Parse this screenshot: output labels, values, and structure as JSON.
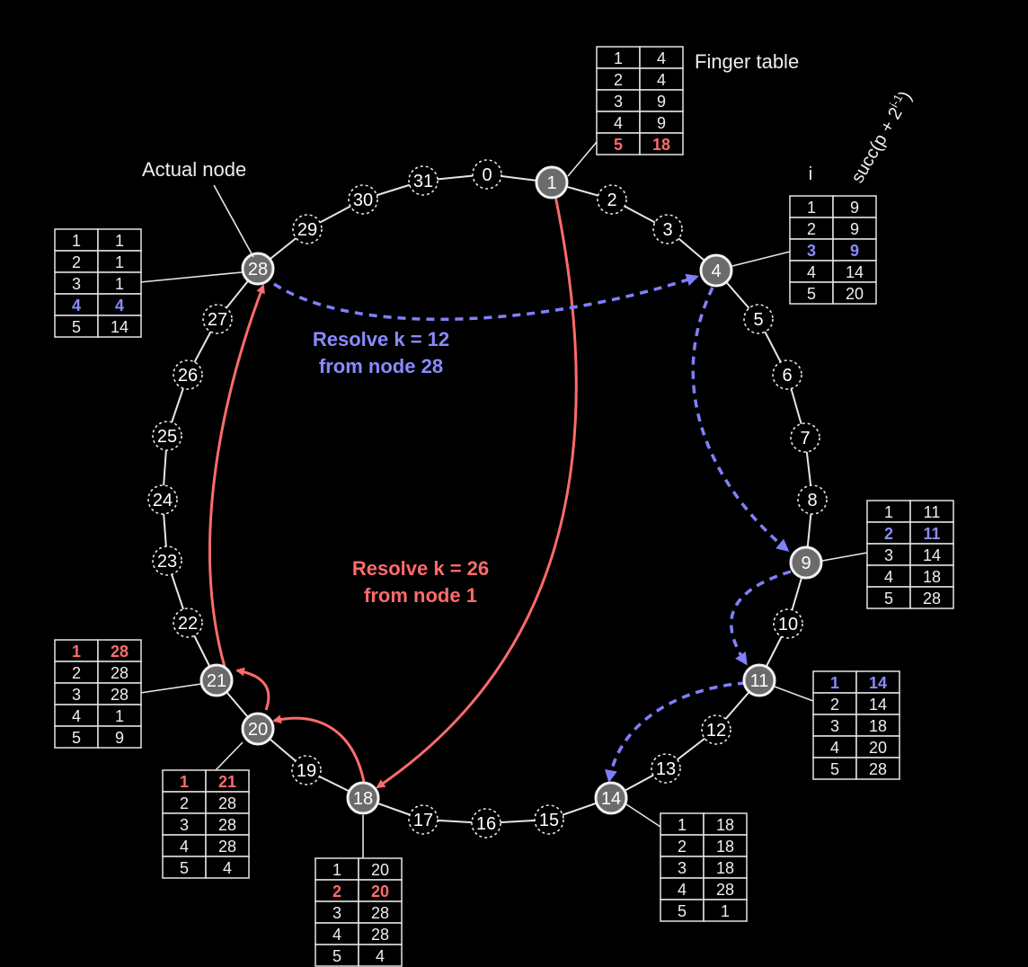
{
  "labels": {
    "finger_table": "Finger table",
    "actual_node": "Actual node",
    "col_i": "i",
    "col_succ_base": "succ(p + 2",
    "col_succ_exp": "i-1",
    "col_succ_close": ")"
  },
  "annotations": {
    "blue_line1": "Resolve k = 12",
    "blue_line2": "from node 28",
    "red_line1": "Resolve k = 26",
    "red_line2": "from node 1"
  },
  "colors": {
    "red": "#ff6b6b",
    "blue": "#8080ff",
    "ring": "#e6e6e6",
    "background": "#000000"
  },
  "ring_ids": [
    "0",
    "1",
    "2",
    "3",
    "4",
    "5",
    "6",
    "7",
    "8",
    "9",
    "10",
    "11",
    "12",
    "13",
    "14",
    "15",
    "16",
    "17",
    "18",
    "19",
    "20",
    "21",
    "22",
    "23",
    "24",
    "25",
    "26",
    "27",
    "28",
    "29",
    "30",
    "31"
  ],
  "actual_nodes": [
    "1",
    "4",
    "9",
    "11",
    "14",
    "18",
    "20",
    "21",
    "28"
  ],
  "finger_tables": [
    {
      "node": "1",
      "rows": [
        [
          "1",
          "4"
        ],
        [
          "2",
          "4"
        ],
        [
          "3",
          "9"
        ],
        [
          "4",
          "9"
        ],
        [
          "5",
          "18"
        ]
      ],
      "highlight_row": 5,
      "highlight_color": "red"
    },
    {
      "node": "4",
      "rows": [
        [
          "1",
          "9"
        ],
        [
          "2",
          "9"
        ],
        [
          "3",
          "9"
        ],
        [
          "4",
          "14"
        ],
        [
          "5",
          "20"
        ]
      ],
      "highlight_row": 3,
      "highlight_color": "blue"
    },
    {
      "node": "9",
      "rows": [
        [
          "1",
          "11"
        ],
        [
          "2",
          "11"
        ],
        [
          "3",
          "14"
        ],
        [
          "4",
          "18"
        ],
        [
          "5",
          "28"
        ]
      ],
      "highlight_row": 2,
      "highlight_color": "blue"
    },
    {
      "node": "11",
      "rows": [
        [
          "1",
          "14"
        ],
        [
          "2",
          "14"
        ],
        [
          "3",
          "18"
        ],
        [
          "4",
          "20"
        ],
        [
          "5",
          "28"
        ]
      ],
      "highlight_row": 1,
      "highlight_color": "blue"
    },
    {
      "node": "14",
      "rows": [
        [
          "1",
          "18"
        ],
        [
          "2",
          "18"
        ],
        [
          "3",
          "18"
        ],
        [
          "4",
          "28"
        ],
        [
          "5",
          "1"
        ]
      ],
      "highlight_row": 0,
      "highlight_color": ""
    },
    {
      "node": "18",
      "rows": [
        [
          "1",
          "20"
        ],
        [
          "2",
          "20"
        ],
        [
          "3",
          "28"
        ],
        [
          "4",
          "28"
        ],
        [
          "5",
          "4"
        ]
      ],
      "highlight_row": 2,
      "highlight_color": "red"
    },
    {
      "node": "20",
      "rows": [
        [
          "1",
          "21"
        ],
        [
          "2",
          "28"
        ],
        [
          "3",
          "28"
        ],
        [
          "4",
          "28"
        ],
        [
          "5",
          "4"
        ]
      ],
      "highlight_row": 1,
      "highlight_color": "red"
    },
    {
      "node": "21",
      "rows": [
        [
          "1",
          "28"
        ],
        [
          "2",
          "28"
        ],
        [
          "3",
          "28"
        ],
        [
          "4",
          "1"
        ],
        [
          "5",
          "9"
        ]
      ],
      "highlight_row": 1,
      "highlight_color": "red"
    },
    {
      "node": "28",
      "rows": [
        [
          "1",
          "1"
        ],
        [
          "2",
          "1"
        ],
        [
          "3",
          "1"
        ],
        [
          "4",
          "4"
        ],
        [
          "5",
          "14"
        ]
      ],
      "highlight_row": 4,
      "highlight_color": "blue"
    }
  ]
}
